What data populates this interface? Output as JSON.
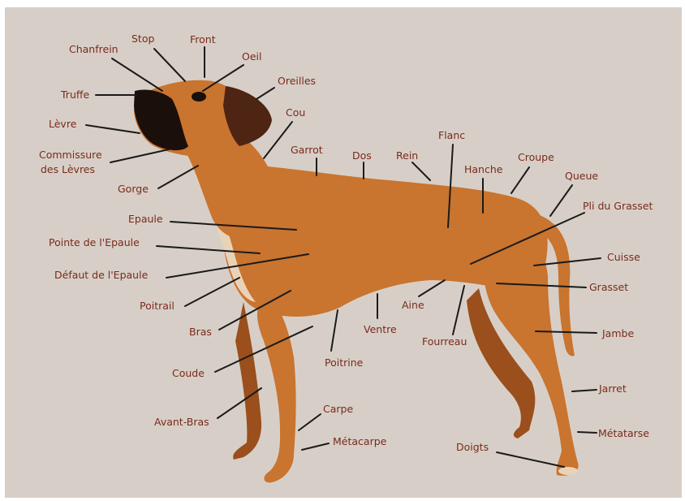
{
  "colors": {
    "panel": "#d7cfc7",
    "label_text": "#7a2a1c",
    "leader_line": "#1a1a1a",
    "coat": "#c9742f",
    "coat_shadow": "#9a4f1d",
    "ear": "#4e2412",
    "muzzle": "#1a0f0b",
    "chest_white": "#e9d3b8"
  },
  "labels": {
    "chanfrein": "Chanfrein",
    "stop": "Stop",
    "front": "Front",
    "oeil": "Oeil",
    "oreilles": "Oreilles",
    "truffe": "Truffe",
    "cou": "Cou",
    "levre": "Lèvre",
    "commissure_line1": "Commissure",
    "commissure_line2": "des Lèvres",
    "garrot": "Garrot",
    "dos": "Dos",
    "rein": "Rein",
    "flanc": "Flanc",
    "hanche": "Hanche",
    "croupe": "Croupe",
    "queue": "Queue",
    "gorge": "Gorge",
    "pli_du_grasset": "Pli du Grasset",
    "epaule": "Epaule",
    "pointe_epaule": "Pointe de l'Epaule",
    "defaut_epaule": "Défaut de l'Epaule",
    "cuisse": "Cuisse",
    "grasset": "Grasset",
    "poitrail": "Poitrail",
    "aine": "Aine",
    "bras": "Bras",
    "ventre": "Ventre",
    "fourreau": "Fourreau",
    "jambe": "Jambe",
    "coude": "Coude",
    "poitrine": "Poitrine",
    "jarret": "Jarret",
    "carpe": "Carpe",
    "avant_bras": "Avant-Bras",
    "metatarse": "Métatarse",
    "metacarpe": "Métacarpe",
    "doigts": "Doigts"
  }
}
